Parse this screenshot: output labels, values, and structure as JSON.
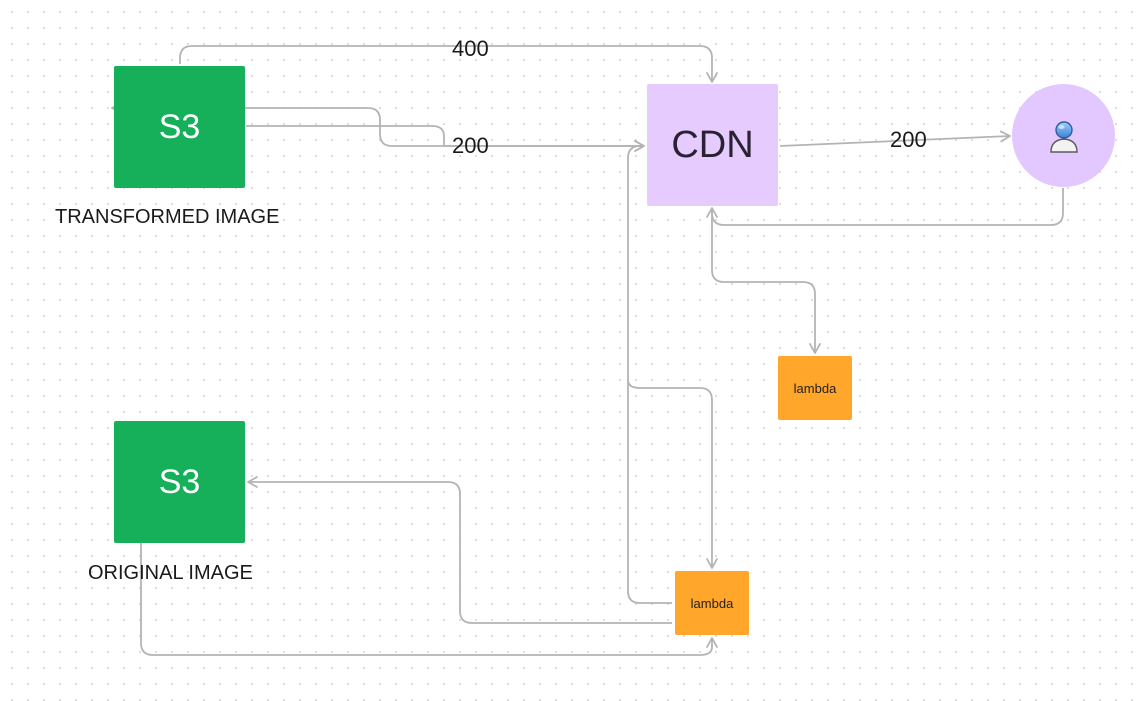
{
  "nodes": {
    "s3_transformed": {
      "label": "S3",
      "caption": "TRANSFORMED IMAGE"
    },
    "s3_original": {
      "label": "S3",
      "caption": "ORIGINAL IMAGE"
    },
    "cdn": {
      "label": "CDN"
    },
    "lambda_edge": {
      "label": "lambda"
    },
    "lambda_transform": {
      "label": "lambda"
    },
    "user": {
      "icon": "user-icon"
    }
  },
  "edges": {
    "s3_to_cdn_400": {
      "label": "400"
    },
    "s3_to_cdn_200": {
      "label": "200"
    },
    "cdn_to_user_200": {
      "label": "200"
    }
  },
  "colors": {
    "s3": "#16b05a",
    "cdn": "#e6cbff",
    "lambda": "#ffa62b",
    "user": "#e2c8ff",
    "connector": "#b4b4b4"
  }
}
